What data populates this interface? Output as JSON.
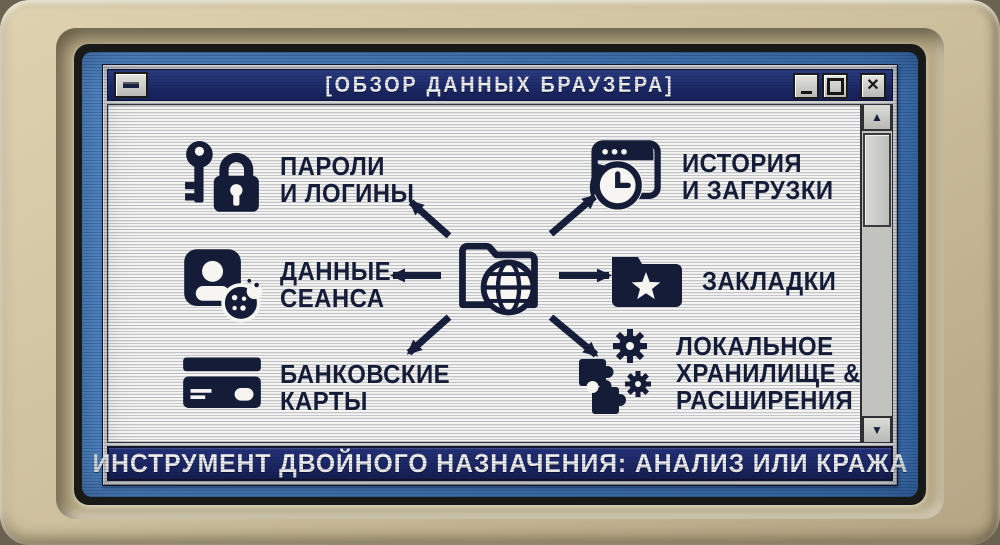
{
  "monitor": {
    "style": "retro-crt",
    "colors": {
      "bezel_beige": "#cfc29e",
      "screen_blue": "#4a82c2",
      "title_navy": "#1e2a68",
      "ink": "#141c38",
      "content_bg": "#f6f5f1"
    }
  },
  "window": {
    "title": "[ОБЗОР ДАННЫХ БРАУЗЕРА]",
    "controls": {
      "sysmenu_icon": "menu-dash",
      "minimize_icon": "minimize-bar",
      "maximize_icon": "maximize-box",
      "close_icon": "✕"
    },
    "scrollbar": {
      "up_icon": "▲",
      "down_icon": "▼"
    }
  },
  "diagram": {
    "center_icon": "browser-data-folder-globe",
    "items": [
      {
        "id": "passwords",
        "icon": "key-lock-icon",
        "lines": [
          "ПАРОЛИ",
          "И ЛОГИНЫ"
        ]
      },
      {
        "id": "history",
        "icon": "history-clock-icon",
        "lines": [
          "ИСТОРИЯ",
          "И ЗАГРУЗКИ"
        ]
      },
      {
        "id": "session",
        "icon": "user-cookie-icon",
        "lines": [
          "ДАННЫЕ",
          "СЕАНСА"
        ]
      },
      {
        "id": "bookmarks",
        "icon": "folder-star-icon",
        "lines": [
          "ЗАКЛАДКИ"
        ]
      },
      {
        "id": "cards",
        "icon": "bank-card-icon",
        "lines": [
          "БАНКОВСКИЕ",
          "КАРТЫ"
        ]
      },
      {
        "id": "storage",
        "icon": "puzzle-gears-icon",
        "lines": [
          "ЛОКАЛЬНОЕ",
          "ХРАНИЛИЩЕ &",
          "РАСШИРЕНИЯ"
        ]
      }
    ]
  },
  "status_bar": {
    "text": "ИНСТРУМЕНТ ДВОЙНОГО НАЗНАЧЕНИЯ: АНАЛИЗ ИЛИ КРАЖА"
  }
}
